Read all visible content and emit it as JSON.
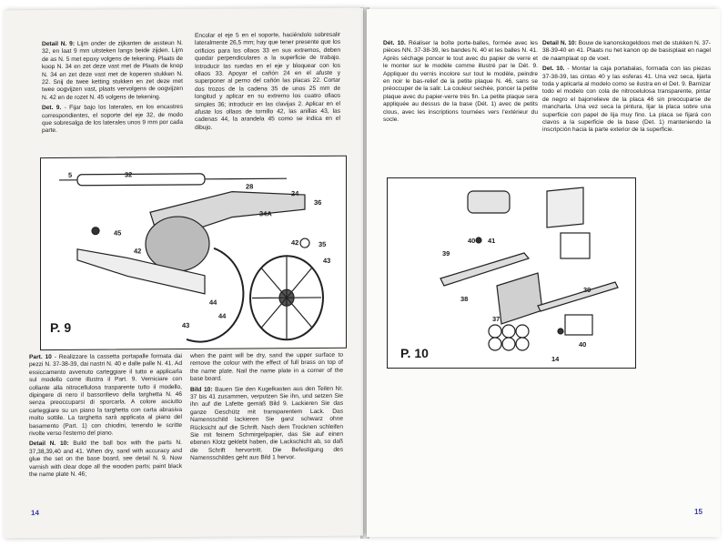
{
  "left_page": {
    "col1": {
      "nl_head": "Detail N. 9:",
      "nl_text": "Lijm onder de zijkanten de assteun N. 32, en laat 9 mm uitsteken langs beide zijden. Lijm de as N. 5 met epoxy volgens de tekening. Plaats de koop N. 34 en zet deze vast met de Plaats de knop N. 34 en zet deze vast met de koperen stukken N. 22. Snij de twee ketting stukken en zet deze met twee oogvijzen vast, plaats vervolgens de oogvijzen N. 42 en de rozet N. 45 volgens de tekening.",
      "es_head": "Det. 9.",
      "es_text": "- Fijar bajo los laterales, en los encastres correspondientes, el soporte del eje 32, de modo que sobresalga de los laterales unos 9 mm por cada parte."
    },
    "col2": {
      "es_text": "Encolar el eje 5 en el soporte, haciéndolo sobresalir lateralmente 26,5 mm; hay que tener presente que los orificios para los ollaos 33 en sus extremos, deben quedar perpendiculares a la superficie de trabajo. Introducir las ruedas en el eje y bloquear con los ollaos 33. Apoyar el cañón 24 en el afuste y superponer al perno del cañón las placas 22. Cortar dos trozos de la cadena 35 de unos 25 mm de longitud y aplicar en su extremo los cuatro ollaos simples 36; introducir en las clavijas 2. Aplicar en el afuste los ollaos de tornillo 42, las anillas 43, las cadenas 44, la arandela 45 como se indica en el dibujo."
    },
    "figure": {
      "label": "P. 9",
      "callouts": [
        "5",
        "32",
        "28",
        "24",
        "34A",
        "36",
        "45",
        "42",
        "42",
        "35",
        "43",
        "44",
        "43",
        "44"
      ]
    },
    "bottom_left": {
      "it_head": "Part. 10",
      "it_text": "- Realizzare la cassetta portapalle formata dai pezzi N. 37-38-39, dai nastri N. 40 e dalle palle N. 41. Ad essiccamento avvenuto carteggiare il tutto e applicarla sul modello come illustra il Part. 9. Verniciare con collante alla nitrocellulosa trasparente tutto il modello, dipingere di nero il bassorilievo della targhetta N. 46 senza preoccuparsi di sporcarla. A colore asciutto carteggiare su un piano la targhetta con carta abrasiva molto sottile. La targhetta sarà applicata al piano del basamento (Part. 1) con chiodini, tenendo le scritte rivolte verso l'esterno del piano.",
      "en_head": "Detail N. 10:",
      "en_text": "Build the ball box with the parts N. 37,38,39,40 and 41. When dry, sand with accuracy and glue the set on the base board, see detail N. 9. Now varnish with clear dope all the wooden parts; paint black the name plate N. 46;"
    },
    "bottom_right": {
      "en_cont": "when the paint will be dry, sand the upper surface to remove the colour with the effect of full brass on top of the name plate. Nail the name plate in a corner of the base board.",
      "de_head": "Bild 10:",
      "de_text": "Bauen Sie den Kugelkasten aus den Teilen Nr. 37 bis 41 zusammen, verputzen Sie ihn, und setzen Sie ihn auf die Lafette gemäß Bild 9. Lackieren Sie das ganze Geschütz mit transparentem Lack. Das Namensschild lackieren Sie ganz schwarz ohne Rücksicht auf die Schrift. Nach dem Trocknen schleifen Sie mit feinem Schmirgelpapier, das Sie auf einen ebenen Klotz geklebt haben, die Lackschicht ab, so daß die Schrift hervortritt. Die Befestigung des Namensschildes geht aus Bild 1 hervor."
    },
    "page_number": "14"
  },
  "right_page": {
    "col1": {
      "fr_head": "Dét. 10.",
      "fr_text": "Réaliser la boîte porte-balles, formée avec les pièces NN. 37-38-39, les bandes N. 40 et les balles N. 41. Après séchage poncer le tout avec du papier de verre et le monter sur le modèle comme illustré par le Dét. 9. Appliquer du vernis incolore sur tout le modèle, peindre en noir le bas-relief de la petite plaque N. 46, sans se préoccuper de la salir. La couleur sechée, poncer la petite plaque avec du papier-verre très fin. La petite plaque sera appliquée au dessus de la base (Dét. 1) avec de petits clous, avec les inscriptions tournées vers l'extérieur du socle."
    },
    "col2": {
      "nl_head": "Detail N. 10:",
      "nl_text": "Bouw de kanonskogeldoos met de stukken N. 37-38-39-40 en 41. Plaats nu het kanon op de basisplaat en nagel de naamplaat op de voet.",
      "es_head": "Det. 10.",
      "es_text": "- Montar la caja portabalas, formada con las piezas 37-38-39, las cintas 40 y las esferas 41. Una vez seca, lijarla toda y aplicarla al modelo como se ilustra en el Det. 9. Barnizar todo el modelo con cola de nitrocelulosa transparente, pintar de negro el bajorrelieve de la placa 46 sin preocuparse de mancharla. Una vez seca la pintura, lijar la placa sobre una superficie con papel de lija muy fino. La placa se fijará con clavos a la superficie de la base (Det. 1) manteniendo la inscripción hacia la parte exterior de la superficie."
    },
    "figure": {
      "label": "P. 10",
      "callouts": [
        "39",
        "40",
        "41",
        "37",
        "38",
        "39",
        "40",
        "14"
      ]
    },
    "page_number": "15"
  },
  "colors": {
    "page_number": "#3a3aa8",
    "ink": "#1a1a1a",
    "paper": "#f4f3f0"
  }
}
